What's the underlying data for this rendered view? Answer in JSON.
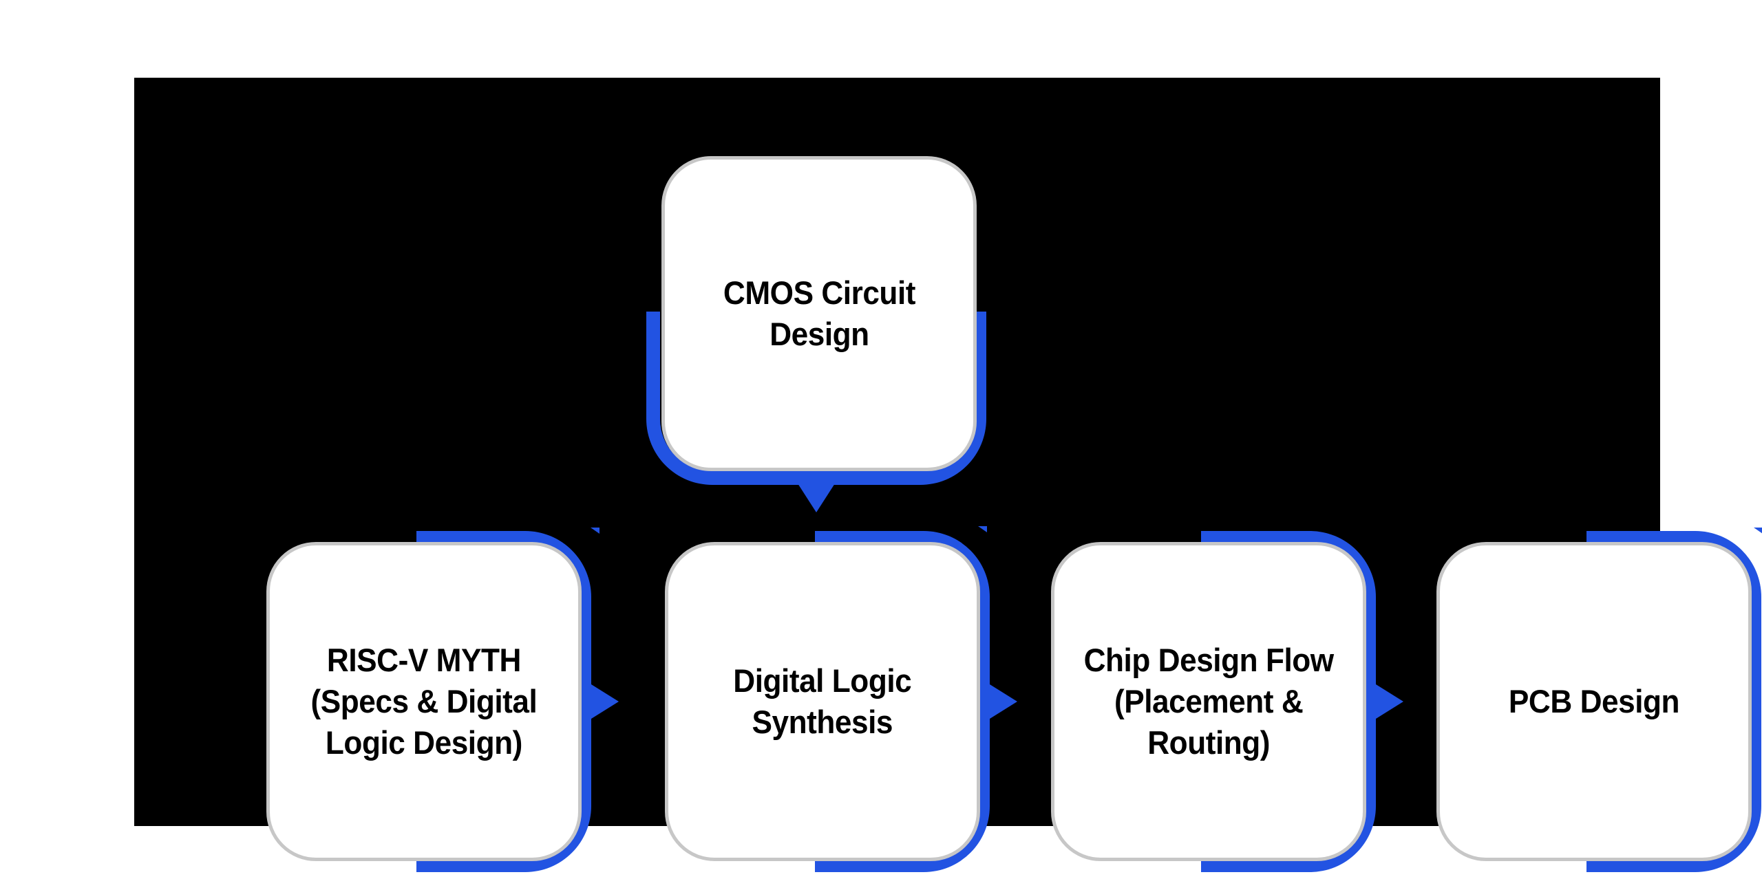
{
  "diagram": {
    "nodes": [
      {
        "id": "cmos",
        "label": "CMOS Circuit\nDesign"
      },
      {
        "id": "riscv",
        "label": "RISC-V MYTH\n(Specs & Digital\nLogic Design)"
      },
      {
        "id": "synthesis",
        "label": "Digital Logic\nSynthesis"
      },
      {
        "id": "chip-flow",
        "label": "Chip Design Flow\n(Placement &\nRouting)"
      },
      {
        "id": "pcb",
        "label": "PCB Design"
      }
    ],
    "edges": [
      {
        "from": "cmos",
        "to": "synthesis",
        "direction": "down"
      },
      {
        "from": "riscv",
        "to": "synthesis",
        "direction": "right"
      },
      {
        "from": "synthesis",
        "to": "chip-flow",
        "direction": "right"
      },
      {
        "from": "chip-flow",
        "to": "pcb",
        "direction": "right"
      }
    ],
    "colors": {
      "accent_blue": "#2253E2",
      "node_border": "#C7C7C7",
      "node_fill": "#FFFFFF",
      "canvas_bg": "#000000",
      "page_bg": "#FFFFFF",
      "text": "#000000"
    }
  }
}
